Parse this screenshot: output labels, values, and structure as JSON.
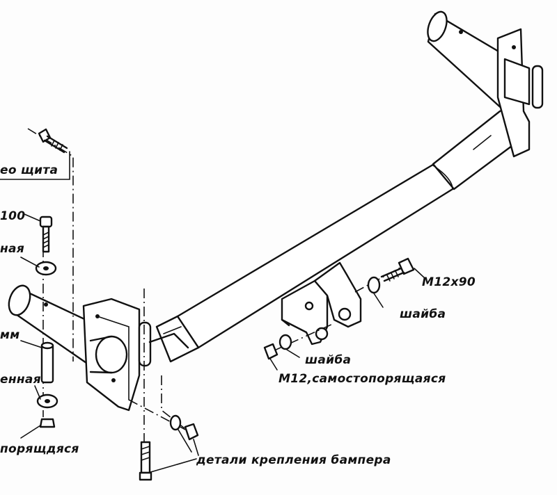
{
  "labels": {
    "heat_shield_bolt": "ео щита",
    "bolt_100": "100",
    "washer_top": "ная",
    "spacer": "мм",
    "washer_bottom": "енная",
    "nut_left": "порящдяся",
    "bolt_m12x90": "M12x90",
    "washer_right": "шайба",
    "washer_middle": "шайба",
    "nut_m12": "M12,самостопорящаяся",
    "bumper_parts": "детали крепления бампера"
  }
}
